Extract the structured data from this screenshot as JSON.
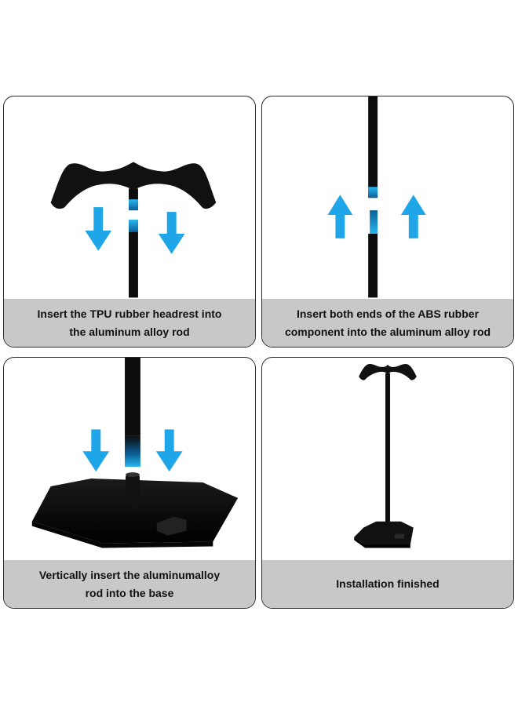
{
  "steps": [
    {
      "caption": "Insert the TPU rubber headrest into\nthe aluminum alloy rod"
    },
    {
      "caption": "Insert both ends of the ABS rubber\ncomponent into the aluminum alloy rod"
    },
    {
      "caption": "Vertically insert the aluminumalloy\nrod into the base"
    },
    {
      "caption": "Installation finished"
    }
  ],
  "colors": {
    "arrow": "#1fa6e8",
    "stand": "#0d0d0d",
    "caption_bg": "#c8c8c8",
    "border": "#2b2b2b"
  },
  "icons": [
    "arrow-down-icon",
    "arrow-up-icon"
  ]
}
